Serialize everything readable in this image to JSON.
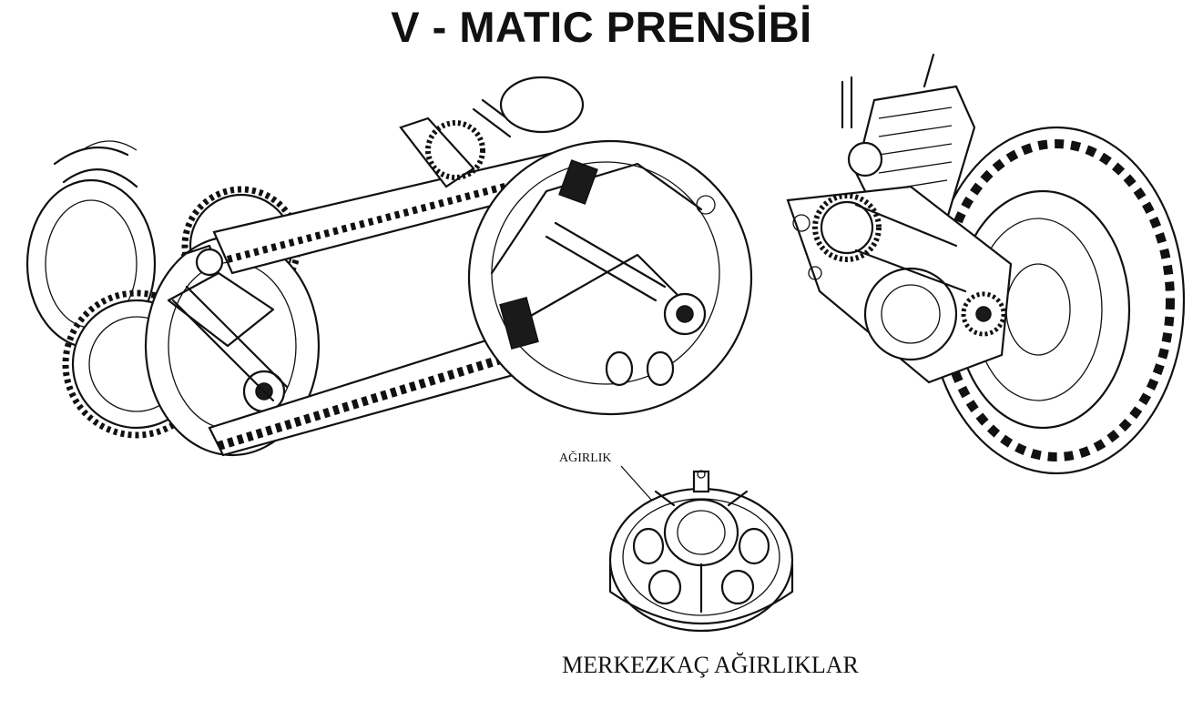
{
  "title": "V - MATIC PRENSİBİ",
  "labels": {
    "weight": "AĞIRLIK",
    "centrifugal_weights": "MERKEZKAÇ AĞIRLIKLAR"
  },
  "colors": {
    "ink": "#111111",
    "background": "#ffffff"
  }
}
